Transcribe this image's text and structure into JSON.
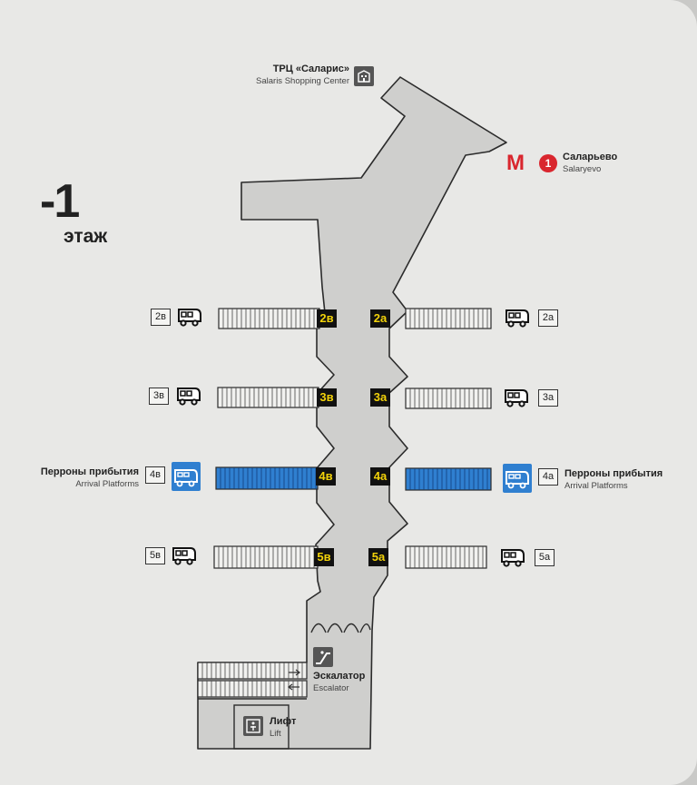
{
  "floor": {
    "number": "-1",
    "label": "этаж"
  },
  "mall": {
    "name_ru": "ТРЦ «Саларис»",
    "name_en": "Salaris Shopping Center",
    "icon": "building-icon"
  },
  "metro": {
    "logo": "М",
    "line": "1",
    "station_ru": "Саларьево",
    "station_en": "Salaryevo",
    "line_color": "#d9262e"
  },
  "gates": {
    "2B": "2в",
    "2A": "2а",
    "3B": "3в",
    "3A": "3а",
    "4B": "4в",
    "4A": "4а",
    "5B": "5в",
    "5A": "5а"
  },
  "platforms": {
    "2B": "2в",
    "2A": "2а",
    "3B": "3в",
    "3A": "3а",
    "4B": "4в",
    "4A": "4а",
    "5B": "5в",
    "5A": "5а"
  },
  "arrival": {
    "ru": "Перроны прибытия",
    "en": "Arrival Platforms",
    "color": "#2f7fd0"
  },
  "escalator": {
    "ru": "Эскалатор",
    "en": "Escalator"
  },
  "lift": {
    "ru": "Лифт",
    "en": "Lift"
  },
  "colors": {
    "corridor": "#cfcfcd",
    "gate_bg": "#111111",
    "gate_text": "#f2d20a"
  }
}
